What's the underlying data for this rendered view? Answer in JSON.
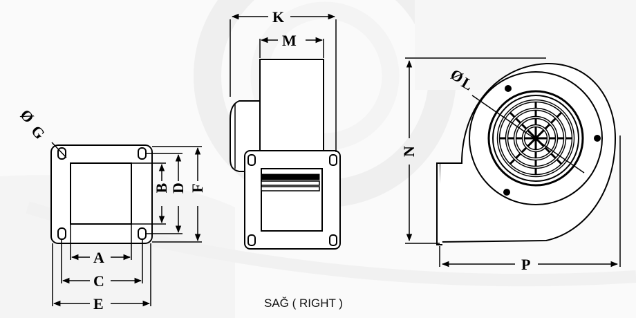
{
  "labels": {
    "G": "G",
    "phi": "Ø",
    "A": "A",
    "B": "B",
    "C": "C",
    "D": "D",
    "E": "E",
    "F": "F",
    "K": "K",
    "M": "M",
    "N": "N",
    "L": "L",
    "P": "P"
  },
  "caption": "SAĞ ( RIGHT )",
  "colors": {
    "line": "#000000",
    "faint_background": "#e8e8e8",
    "fill_light": "#ffffff"
  }
}
